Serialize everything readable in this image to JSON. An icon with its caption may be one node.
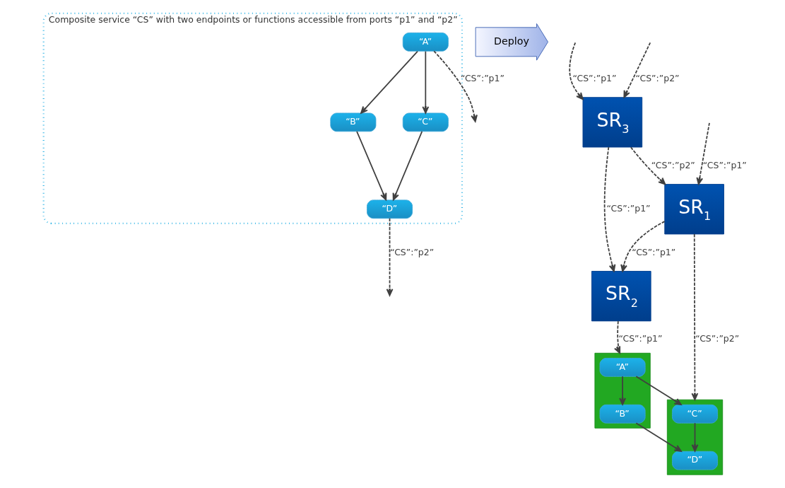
{
  "diagram": {
    "nodes": [
      {
        "text": [
          "Composite service “CS” with two endpoints or functions accessible from ports “p1” and “p2”"
        ]
      },
      {
        "text": [
          "“A”"
        ],
        "in": 0
      },
      {
        "text": [
          "“B”"
        ],
        "in": 0
      },
      {
        "text": [
          "“C”"
        ],
        "in": 0
      },
      {
        "text": [
          "“D”"
        ],
        "in": 0
      },
      {
        "text": [
          "Deploy"
        ]
      },
      {
        "text": [],
        "shape": "triangle"
      },
      {
        "text": [
          "“C”"
        ],
        "in": 6
      },
      {
        "text": [
          "“D”"
        ],
        "in": 6
      },
      {
        "text": [],
        "shape": "triangle"
      },
      {
        "text": [
          "“A”"
        ],
        "in": 9
      },
      {
        "text": [
          "“B”"
        ],
        "in": 9
      },
      {
        "text": [
          "SR$_{1}$"
        ]
      },
      {
        "text": [
          "SR$_{2}$"
        ]
      },
      {
        "text": [
          "SR$_{3}$"
        ]
      }
    ],
    "edges": [
      {
        "from": 1,
        "to": 2,
        "arrow": "to"
      },
      {
        "from": 1,
        "to": 3,
        "arrow": "to"
      },
      {
        "from": 2,
        "to": 4,
        "arrow": "to"
      },
      {
        "from": 3,
        "to": 4,
        "arrow": "to"
      },
      {
        "from": 1,
        "to": null,
        "arrow": "to",
        "style": "dashed",
        "label": "“CS”:”p1”"
      },
      {
        "from": 4,
        "to": null,
        "arrow": "to",
        "style": "dashed",
        "label": "“CS”:”p2”"
      },
      {
        "from": 10,
        "to": 7,
        "arrow": "to"
      },
      {
        "from": 7,
        "to": 8,
        "arrow": "to"
      },
      {
        "from": 10,
        "to": 11,
        "arrow": "to"
      },
      {
        "from": 11,
        "to": 8,
        "arrow": "to"
      },
      {
        "from": 12,
        "to": 6,
        "arrow": "to",
        "style": "dashed",
        "label": "“CS”:”p2”"
      },
      {
        "from": 13,
        "to": 9,
        "arrow": "to",
        "style": "dashed",
        "label": "“CS”:”p1”"
      },
      {
        "from": 12,
        "to": 13,
        "arrow": "to",
        "style": "dashed",
        "label": "“CS”:”p1”"
      },
      {
        "from": null,
        "to": 12,
        "arrow": "to",
        "style": "dashed",
        "label": "“CS”:”p1”"
      },
      {
        "from": 14,
        "to": 12,
        "arrow": "to",
        "style": "dashed",
        "label": "“CS”:”p2”"
      },
      {
        "from": 14,
        "to": 13,
        "arrow": "to",
        "style": "dashed",
        "label": "“CS”:”p1”"
      },
      {
        "from": null,
        "to": 14,
        "arrow": "to",
        "style": "dashed",
        "label": "“CS”:”p1”"
      },
      {
        "from": null,
        "to": 14,
        "arrow": "to",
        "style": "dashed",
        "label": "“CS”:”p2”"
      }
    ]
  }
}
